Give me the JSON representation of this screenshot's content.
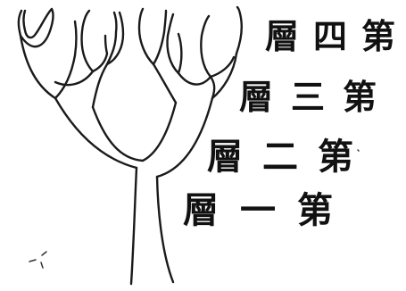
{
  "labels": {
    "level_4": "層四第",
    "level_3": "層三第",
    "level_2": "層二第",
    "level_1": "層一第"
  },
  "colors": {
    "line": "#1a1a1a",
    "text": "#111111",
    "background": "#ffffff"
  }
}
